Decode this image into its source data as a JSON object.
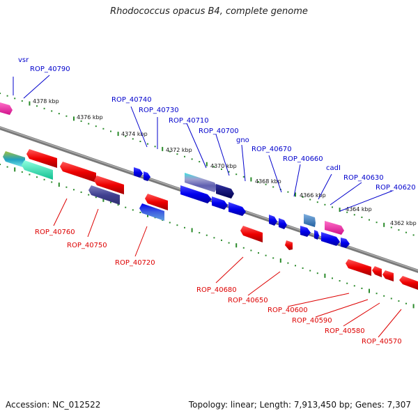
{
  "title": "Rhodococcus opacus B4, complete genome",
  "footer": {
    "accession": "Accession: NC_012522",
    "summary": "Topology: linear; Length: 7,913,450 bp; Genes: 7,307"
  },
  "colors": {
    "forward": "#0000ee",
    "reverse": "#ee0000",
    "top_label": "#0000cc",
    "bottom_label": "#dd0000",
    "tick": "#2a8a2a",
    "backbone": "#7a7a7a"
  },
  "kbp_labels": [
    "4378 kbp",
    "4376 kbp",
    "4374 kbp",
    "4372 kbp",
    "4370 kbp",
    "4368 kbp",
    "4366 kbp",
    "4364 kbp",
    "4362 kbp"
  ],
  "top_genes": [
    "vsr",
    "ROP_40790",
    "ROP_40740",
    "ROP_40730",
    "ROP_40710",
    "ROP_40700",
    "gno",
    "ROP_40670",
    "ROP_40660",
    "cadI",
    "ROP_40630",
    "ROP_40620"
  ],
  "bottom_genes": [
    "ROP_40760",
    "ROP_40750",
    "ROP_40720",
    "ROP_40680",
    "ROP_40650",
    "ROP_40600",
    "ROP_40590",
    "ROP_40580",
    "ROP_40570"
  ]
}
